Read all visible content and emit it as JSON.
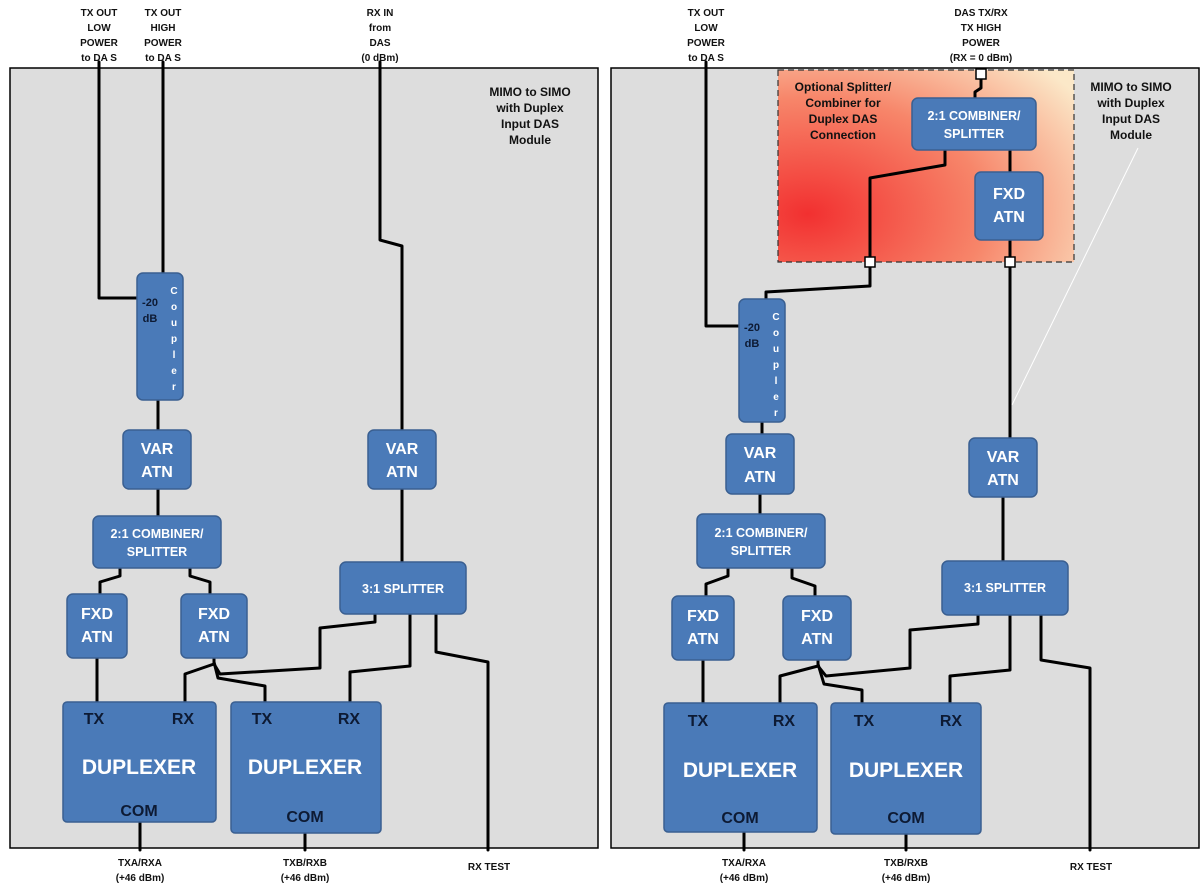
{
  "left": {
    "top_labels": {
      "tx_low": [
        "TX OUT",
        "LOW",
        "POWER",
        "to DA S"
      ],
      "tx_high": [
        "TX OUT",
        "HIGH",
        "POWER",
        "to DA S"
      ],
      "rx_in": [
        "RX IN",
        "from",
        "DAS",
        "(0 dBm)"
      ]
    },
    "module_label": [
      "MIMO to SIMO",
      "with Duplex",
      "Input DAS",
      "Module"
    ],
    "coupler": {
      "db": [
        "-20",
        "dB"
      ],
      "letters": [
        "C",
        "o",
        "u",
        "p",
        "l",
        "e",
        "r"
      ]
    },
    "var_atn_1": [
      "VAR",
      "ATN"
    ],
    "var_atn_2": [
      "VAR",
      "ATN"
    ],
    "combiner": [
      "2:1 COMBINER/",
      "SPLITTER"
    ],
    "splitter3": "3:1 SPLITTER",
    "fxd_1": [
      "FXD",
      "ATN"
    ],
    "fxd_2": [
      "FXD",
      "ATN"
    ],
    "duplexer_1": {
      "tx": "TX",
      "rx": "RX",
      "name": "DUPLEXER",
      "com": "COM"
    },
    "duplexer_2": {
      "tx": "TX",
      "rx": "RX",
      "name": "DUPLEXER",
      "com": "COM"
    },
    "bottom_labels": {
      "txa": [
        "TXA/RXA",
        "(+46 dBm)"
      ],
      "txb": [
        "TXB/RXB",
        "(+46 dBm)"
      ],
      "rx_test": "RX TEST"
    }
  },
  "right": {
    "top_labels": {
      "tx_low": [
        "TX OUT",
        "LOW",
        "POWER",
        "to DA S"
      ],
      "das": [
        "DAS TX/RX",
        "TX HIGH",
        "POWER",
        "(RX = 0 dBm)"
      ]
    },
    "optional_label": [
      "Optional Splitter/",
      "Combiner for",
      "Duplex DAS",
      "Connection"
    ],
    "module_label": [
      "MIMO to SIMO",
      "with Duplex",
      "Input DAS",
      "Module"
    ],
    "combiner_top": [
      "2:1 COMBINER/",
      "SPLITTER"
    ],
    "fxd_top": [
      "FXD",
      "ATN"
    ],
    "coupler": {
      "db": [
        "-20",
        "dB"
      ],
      "letters": [
        "C",
        "o",
        "u",
        "p",
        "l",
        "e",
        "r"
      ]
    },
    "var_atn_1": [
      "VAR",
      "ATN"
    ],
    "var_atn_2": [
      "VAR",
      "ATN"
    ],
    "combiner": [
      "2:1 COMBINER/",
      "SPLITTER"
    ],
    "splitter3": "3:1 SPLITTER",
    "fxd_1": [
      "FXD",
      "ATN"
    ],
    "fxd_2": [
      "FXD",
      "ATN"
    ],
    "duplexer_1": {
      "tx": "TX",
      "rx": "RX",
      "name": "DUPLEXER",
      "com": "COM"
    },
    "duplexer_2": {
      "tx": "TX",
      "rx": "RX",
      "name": "DUPLEXER",
      "com": "COM"
    },
    "bottom_labels": {
      "txa": [
        "TXA/RXA",
        "(+46 dBm)"
      ],
      "txb": [
        "TXB/RXB",
        "(+46 dBm)"
      ],
      "rx_test": "RX TEST"
    }
  }
}
